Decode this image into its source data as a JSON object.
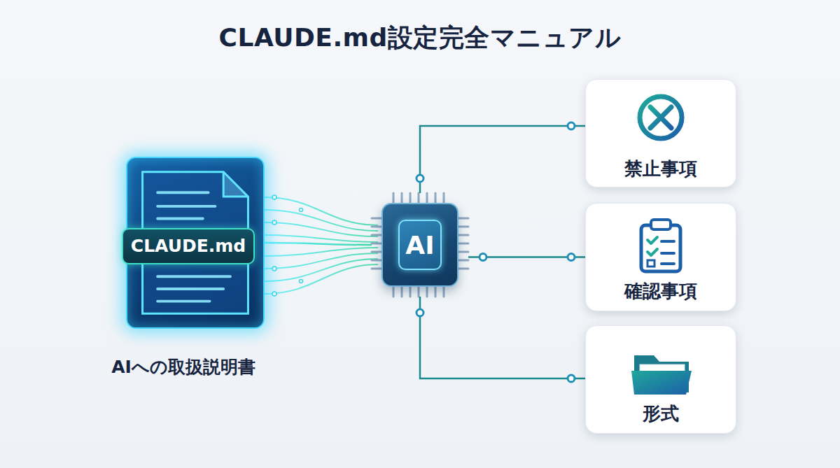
{
  "diagram": {
    "title": "CLAUDE.md設定完全マニュアル",
    "nodes": [
      {
        "text": [
          "CLAUDE.md",
          "AIへの取扱説明書"
        ]
      },
      {
        "text": [
          "AI"
        ]
      },
      {
        "text": [
          "禁止事項"
        ]
      },
      {
        "text": [
          "確認事項"
        ]
      },
      {
        "text": [
          "形式"
        ]
      }
    ],
    "edges": [
      {
        "from": 0,
        "to": 1,
        "arrow": "none"
      },
      {
        "from": 1,
        "to": 2,
        "arrow": "none"
      },
      {
        "from": 1,
        "to": 3,
        "arrow": "none"
      },
      {
        "from": 1,
        "to": 4,
        "arrow": "none"
      }
    ]
  }
}
